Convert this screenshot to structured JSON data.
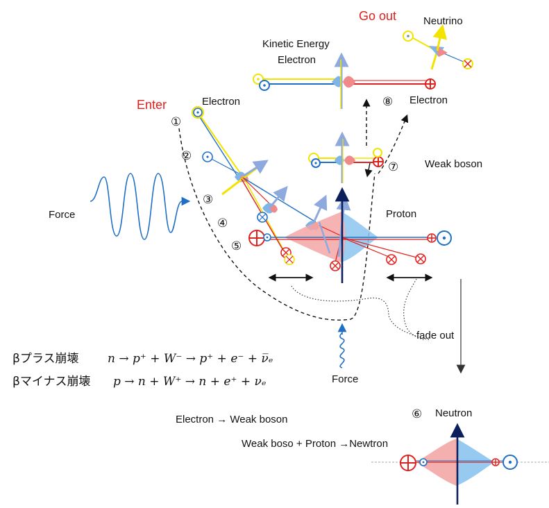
{
  "labels": {
    "go_out": "Go out",
    "neutrino": "Neutrino",
    "kinetic_energy": "Kinetic Energy",
    "electron_top": "Electron",
    "enter": "Enter",
    "electron_left": "Electron",
    "electron_right": "Electron",
    "weak_boson": "Weak boson",
    "force_left": "Force",
    "proton": "Proton",
    "fade_out": "fade out",
    "force_bottom": "Force",
    "neutron": "Neutron",
    "rule_1": "Electron → Weak boson",
    "rule_2": "Weak boso + Proton →Newtron"
  },
  "steps": [
    "①",
    "②",
    "③",
    "④",
    "⑤",
    "⑥",
    "⑦",
    "⑧"
  ],
  "equations": {
    "beta_plus_label": "βプラス崩壊",
    "beta_plus": "n → p⁺ + W⁻ → p⁺ + e⁻ + ν̅ₑ",
    "beta_minus_label": "βマイナス崩壊",
    "beta_minus": "p → n + W⁺ → n + e⁺ + νₑ"
  },
  "colors": {
    "blue": "#1f6fc4",
    "red": "#e0201c",
    "yellow": "#f2e400",
    "light_blue": "#7fb4e6",
    "pink": "#f08a8a",
    "navy": "#0b1f5c"
  }
}
